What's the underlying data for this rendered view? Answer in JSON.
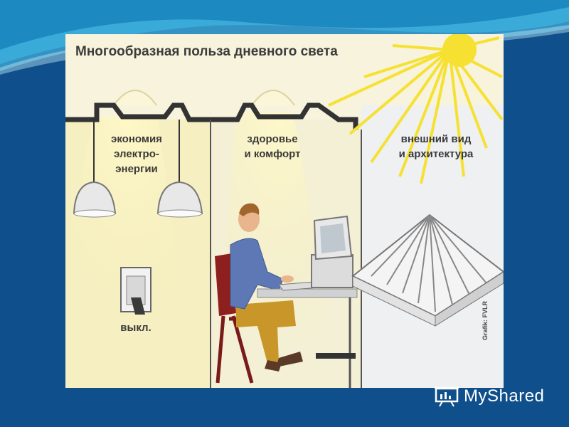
{
  "figure": {
    "title": "Многообразная польза дневного света",
    "labels": {
      "energy": "экономия\nэлектро-\nэнергии",
      "health": "здоровье\nи комфорт",
      "architecture": "внешний вид\nи архитектура",
      "switch": "выкл."
    },
    "credit": "Grafik: FVLR"
  },
  "watermark": {
    "text": "MyShared",
    "logo": "presentation-board-icon"
  },
  "colors": {
    "slide_background": "#0f4f8c",
    "figure_background": "#f7f3dc",
    "sun": "#f6e133",
    "walls": "#333333"
  }
}
